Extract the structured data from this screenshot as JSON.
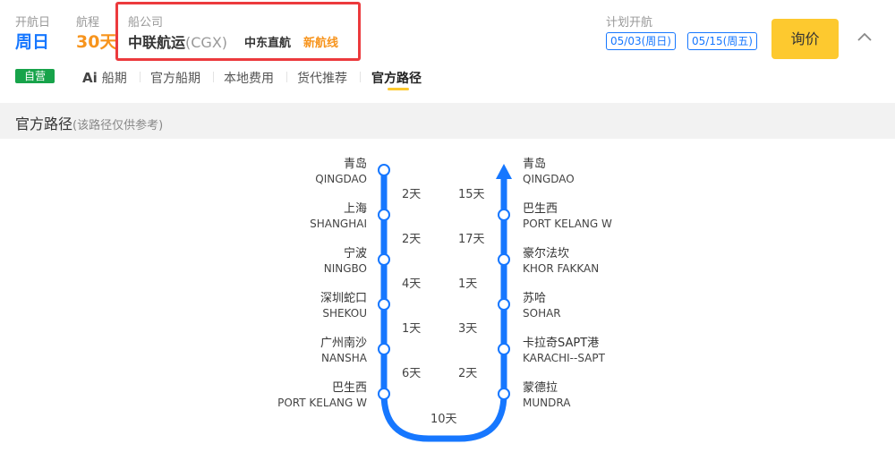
{
  "header": {
    "sail_day_label": "开航日",
    "sail_day": "周日",
    "voyage_label": "航程",
    "voyage_days": "30天",
    "carrier_label": "船公司",
    "carrier_name": "中联航运",
    "carrier_code": "(CGX)",
    "route_type": "中东直航",
    "new_route": "新航线",
    "plan_label": "计划开航",
    "plan_dates": [
      "05/03(周日)",
      "05/15(周五)"
    ],
    "inquire_label": "询价"
  },
  "tabs": {
    "self_badge": "自营",
    "ai_mark": "Ai",
    "items": [
      "船期",
      "官方船期",
      "本地费用",
      "货代推荐",
      "官方路径"
    ],
    "active_index": 4
  },
  "section": {
    "title": "官方路径",
    "note": "(该路径仅供参考)"
  },
  "route": {
    "outbound_ports": [
      {
        "cn": "青岛",
        "en": "QINGDAO"
      },
      {
        "cn": "上海",
        "en": "SHANGHAI"
      },
      {
        "cn": "宁波",
        "en": "NINGBO"
      },
      {
        "cn": "深圳蛇口",
        "en": "SHEKOU"
      },
      {
        "cn": "广州南沙",
        "en": "NANSHA"
      },
      {
        "cn": "巴生西",
        "en": "PORT KELANG W"
      }
    ],
    "outbound_durations": [
      "2天",
      "2天",
      "4天",
      "1天",
      "6天"
    ],
    "turn_duration": "10天",
    "return_ports": [
      {
        "cn": "青岛",
        "en": "QINGDAO"
      },
      {
        "cn": "巴生西",
        "en": "PORT KELANG W"
      },
      {
        "cn": "豪尔法坎",
        "en": "KHOR FAKKAN"
      },
      {
        "cn": "苏哈",
        "en": "SOHAR"
      },
      {
        "cn": "卡拉奇SAPT港",
        "en": "KARACHI--SAPT"
      },
      {
        "cn": "蒙德拉",
        "en": "MUNDRA"
      }
    ],
    "return_durations": [
      "15天",
      "17天",
      "1天",
      "3天",
      "2天"
    ],
    "line_color": "#1677ff"
  }
}
